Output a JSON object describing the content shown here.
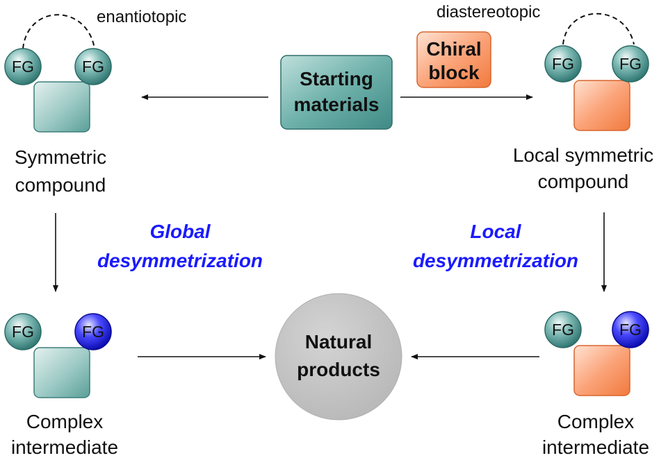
{
  "labels": {
    "enantiotopic": "enantiotopic",
    "diastereotopic": "diastereotopic",
    "starting_materials_1": "Starting",
    "starting_materials_2": "materials",
    "chiral_block_1": "Chiral",
    "chiral_block_2": "block",
    "symmetric_1": "Symmetric",
    "symmetric_2": "compound",
    "local_symmetric_1": "Local symmetric",
    "local_symmetric_2": "compound",
    "global_1": "Global",
    "global_2": "desymmetrization",
    "local_1": "Local",
    "local_2": "desymmetrization",
    "natural_1": "Natural",
    "natural_2": "products",
    "complex_left_1": "Complex",
    "complex_left_2": "intermediate",
    "complex_right_1": "Complex",
    "complex_right_2": "intermediate",
    "fg": "FG"
  },
  "colors": {
    "teal": "#4f9a95",
    "orange": "#f7874f",
    "blue_ball": "#2222dd",
    "blue_text": "#1a1aff",
    "gray_circle": "#c4c4c4"
  }
}
